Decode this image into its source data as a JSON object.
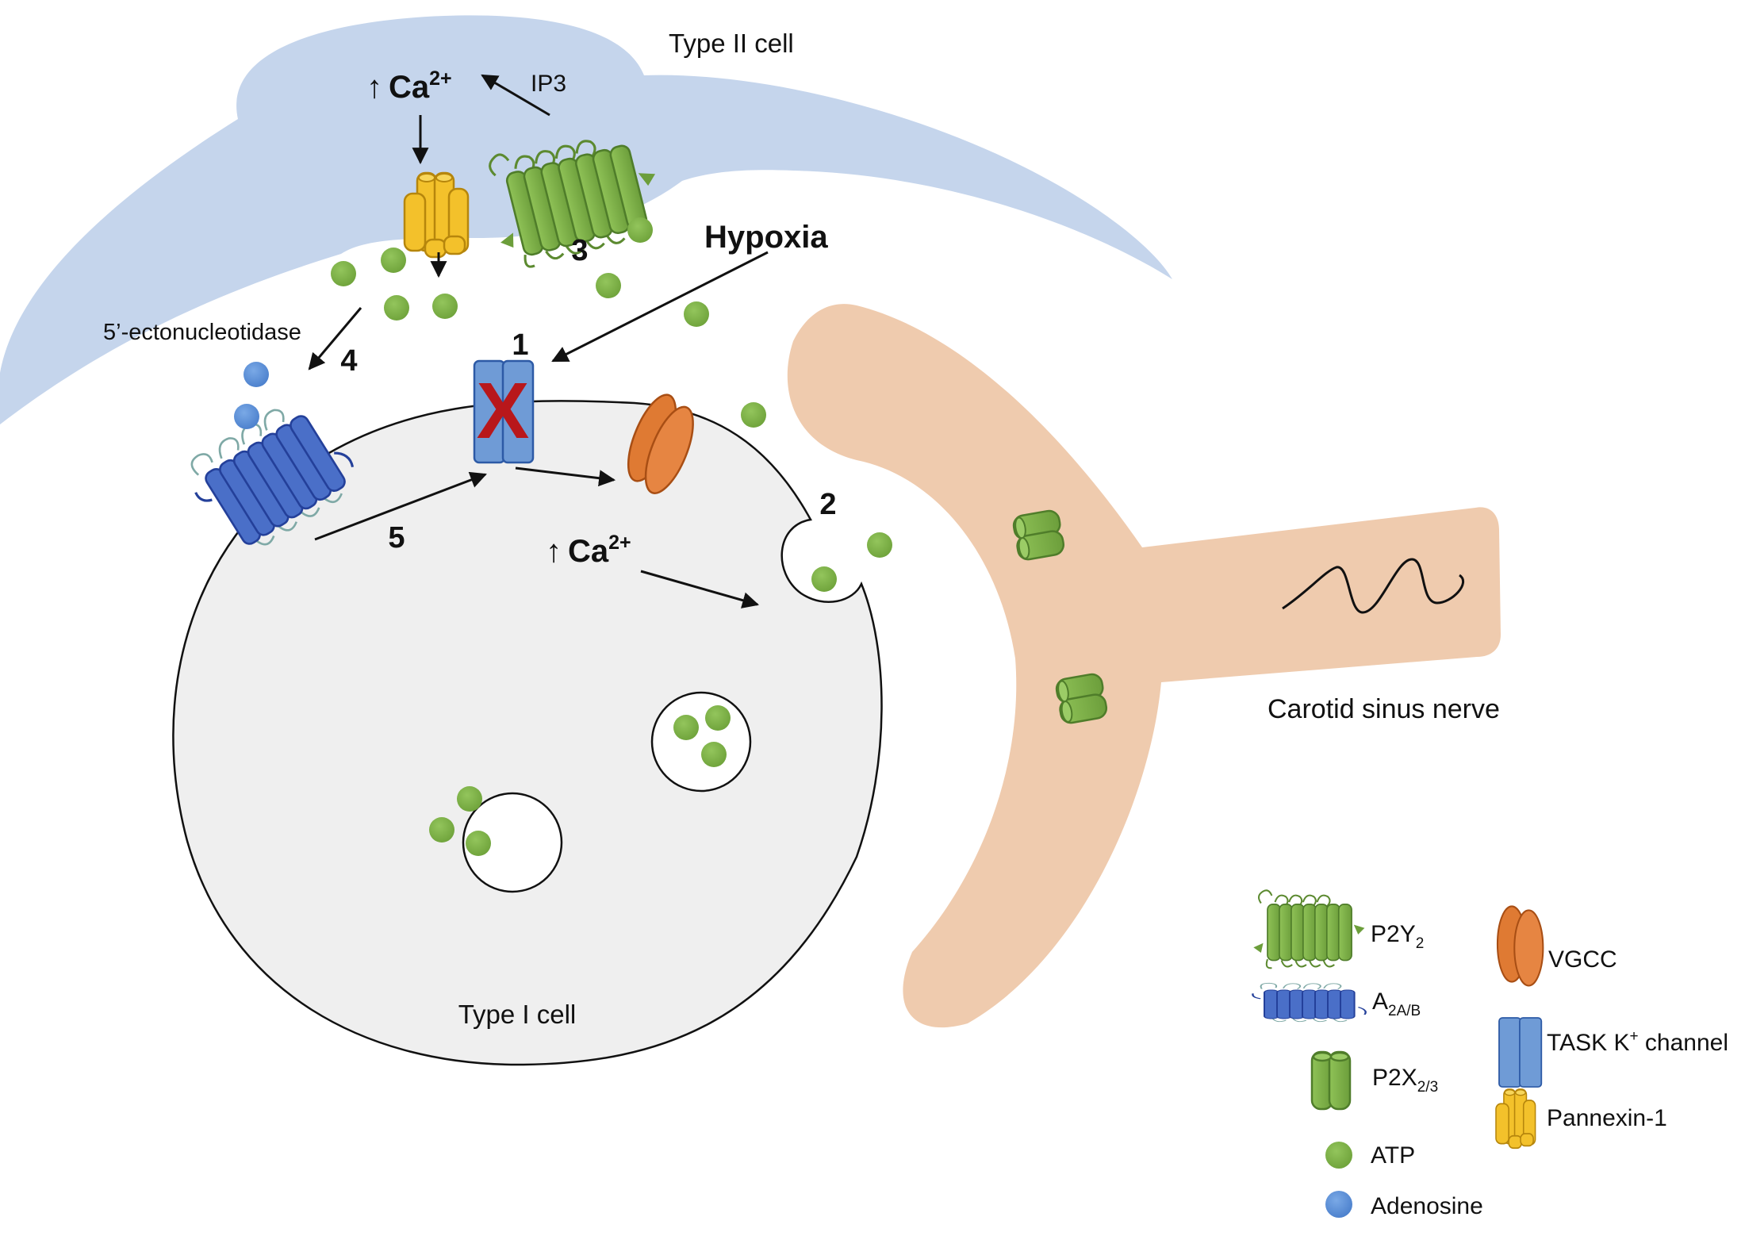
{
  "labels": {
    "type2_cell": "Type II cell",
    "type1_cell": "Type I cell",
    "carotid_sinus_nerve": "Carotid sinus nerve",
    "hypoxia": "Hypoxia",
    "ip3": "IP3",
    "ectonucleotidase": "5’-ectonucleotidase",
    "ca_type2": {
      "arrow": "↑",
      "base": "Ca",
      "sup": "2+"
    },
    "ca_type1": {
      "arrow": "↑",
      "base": "Ca",
      "sup": "2+"
    }
  },
  "steps": [
    "1",
    "2",
    "3",
    "4",
    "5"
  ],
  "x_mark": "X",
  "legend": {
    "p2y2": {
      "base": "P2Y",
      "sub": "2"
    },
    "a2ab": {
      "base": "A",
      "sub": "2A/B"
    },
    "p2x23": {
      "base": "P2X",
      "sub": "2/3"
    },
    "atp": "ATP",
    "adenosine": "Adenosine",
    "vgcc": "VGCC",
    "task": {
      "base": "TASK K",
      "sup": "+",
      "tail": " channel"
    },
    "pannexin": "Pannexin-1"
  },
  "colors": {
    "type2_cell": "#c5d5ec",
    "type1_cell": "#efefef",
    "nerve": "#efcbae",
    "atp": "#7db346",
    "adenosine": "#5b8fd6",
    "p2y2": "#7aad46",
    "a2ab": "#4668c4",
    "task": "#6f9bd6",
    "vgcc": "#e07a34",
    "pannexin": "#f3c12b",
    "x_mark": "#b8171b"
  }
}
